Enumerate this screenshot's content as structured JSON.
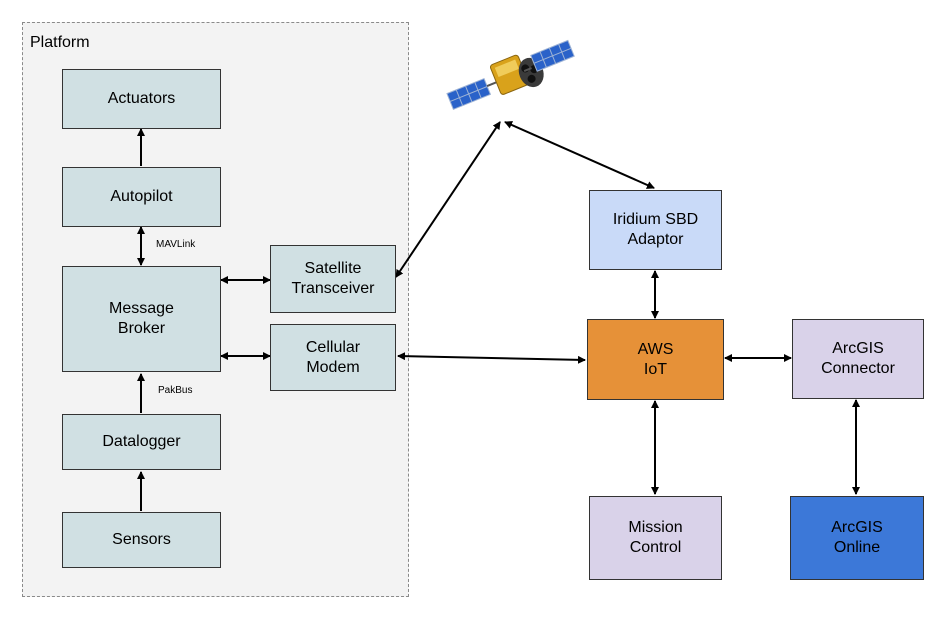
{
  "platform_title": "Platform",
  "nodes": {
    "actuators": "Actuators",
    "autopilot": "Autopilot",
    "message_broker": "Message\nBroker",
    "datalogger": "Datalogger",
    "sensors": "Sensors",
    "satellite_transceiver": "Satellite\nTransceiver",
    "cellular_modem": "Cellular\nModem",
    "iridium_adaptor": "Iridium SBD\nAdaptor",
    "aws_iot": "AWS\nIoT",
    "arcgis_connector": "ArcGIS\nConnector",
    "mission_control": "Mission\nControl",
    "arcgis_online": "ArcGIS\nOnline"
  },
  "edge_labels": {
    "mavlink": "MAVLink",
    "pakbus": "PakBus"
  },
  "colors": {
    "platform_bg": "#f3f3f3",
    "teal": "#d0e0e3",
    "light_blue": "#c9daf8",
    "orange": "#e69138",
    "lavender": "#d9d2e9",
    "blue": "#3c78d8"
  },
  "icons": {
    "satellite": "satellite-icon"
  }
}
